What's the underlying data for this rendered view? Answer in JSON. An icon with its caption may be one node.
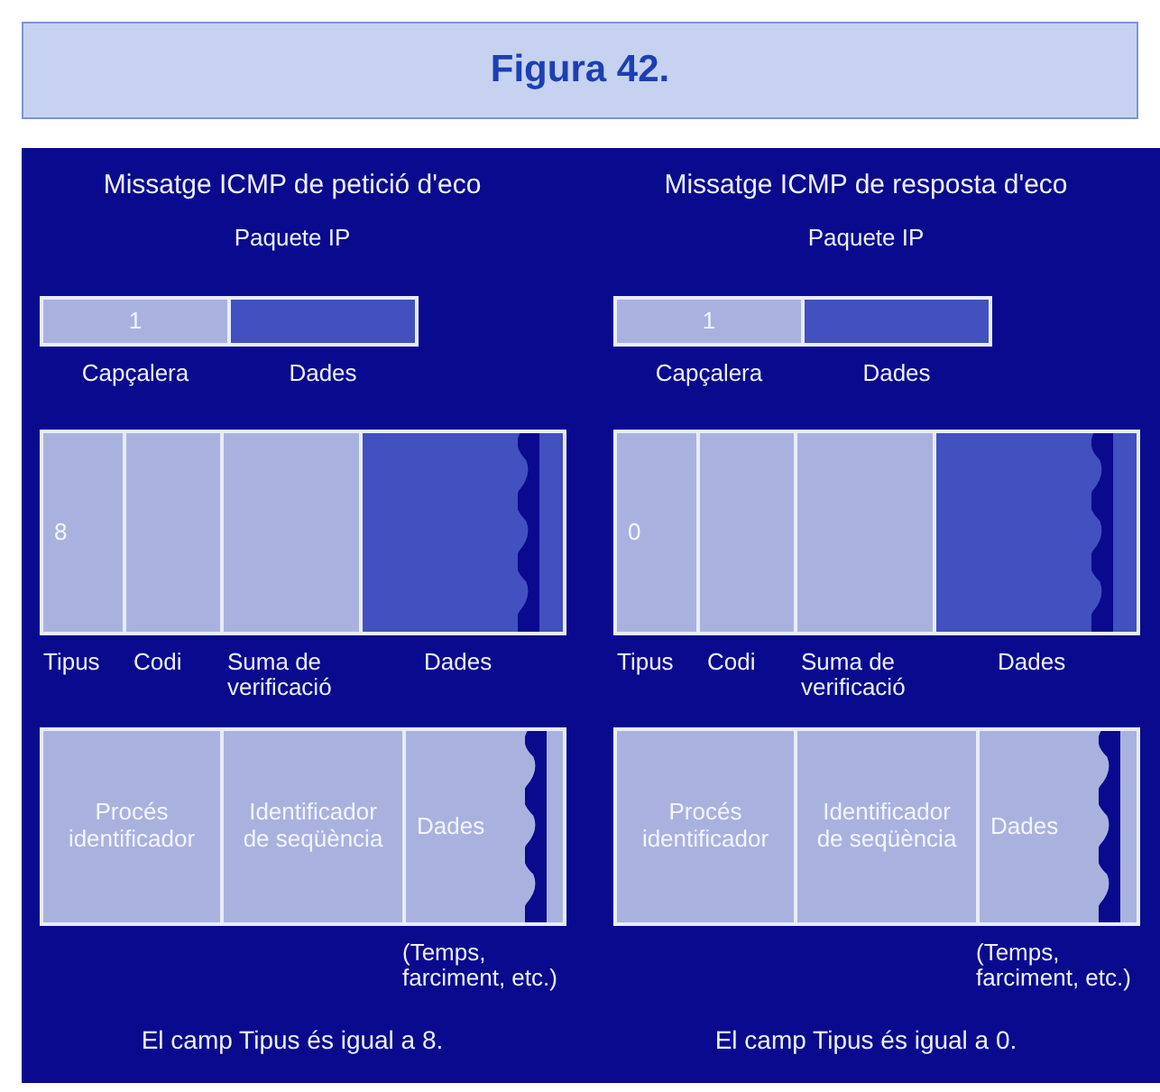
{
  "diagram": {
    "title": "Figura 42.",
    "nodes": [
      {
        "text": [
          "1"
        ],
        "beside": [
          "Capçalera"
        ]
      },
      {
        "text": [],
        "shape": "box",
        "beside": [
          "Dades"
        ]
      },
      {
        "text": [
          "8"
        ],
        "beside": [
          "Tipus"
        ]
      },
      {
        "text": [],
        "shape": "box",
        "beside": [
          "Codi"
        ]
      },
      {
        "text": [],
        "shape": "box",
        "beside": [
          "Suma de verificació"
        ]
      },
      {
        "text": [],
        "shape": "box",
        "beside": [
          "Dades"
        ]
      },
      {
        "text": [
          "Procés identificador"
        ]
      },
      {
        "text": [
          "Identificador de seqüència"
        ]
      },
      {
        "text": [
          "Dades"
        ],
        "beside": [
          "(Temps, farciment, etc.)"
        ]
      },
      {
        "text": [
          "1"
        ],
        "beside": [
          "Capçalera"
        ]
      },
      {
        "text": [],
        "shape": "box",
        "beside": [
          "Dades"
        ]
      },
      {
        "text": [
          "0"
        ],
        "beside": [
          "Tipus"
        ]
      },
      {
        "text": [],
        "shape": "box",
        "beside": [
          "Codi"
        ]
      },
      {
        "text": [],
        "shape": "box",
        "beside": [
          "Suma de verificació"
        ]
      },
      {
        "text": [],
        "shape": "box",
        "beside": [
          "Dades"
        ]
      },
      {
        "text": [
          "Procés identificador"
        ]
      },
      {
        "text": [
          "Identificador de seqüència"
        ]
      },
      {
        "text": [
          "Dades"
        ],
        "beside": [
          "(Temps, farciment, etc.)"
        ]
      }
    ],
    "labels": [
      "Missatge ICMP de petició d'eco",
      "Missatge ICMP de resposta d'eco",
      "Paquete IP",
      "Paquete IP",
      "El camp Tipus és igual a 8.",
      "El camp Tipus és igual a 0."
    ]
  }
}
